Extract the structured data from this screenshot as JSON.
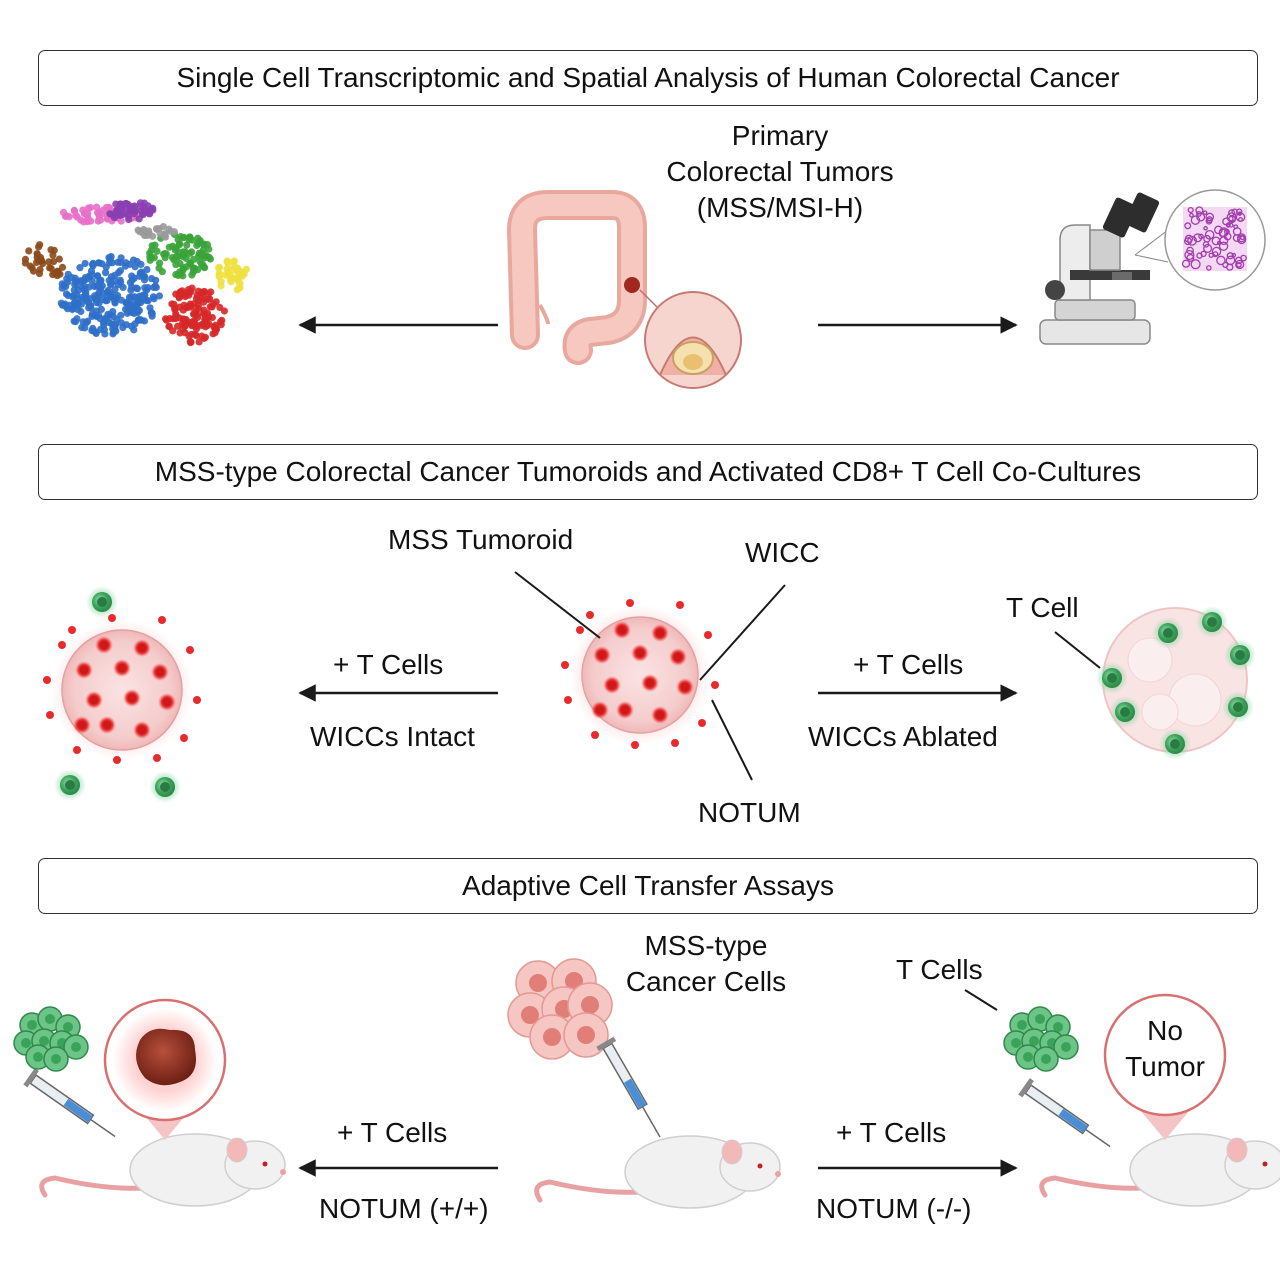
{
  "sections": [
    {
      "title": "Single Cell Transcriptomic and Spatial Analysis of Human Colorectal Cancer",
      "center_label_lines": [
        "Primary",
        "Colorectal Tumors",
        "(MSS/MSI-H)"
      ]
    },
    {
      "title": "MSS-type Colorectal Cancer Tumoroids and Activated CD8+ T Cell Co-Cultures",
      "labels": {
        "mss_tumoroid": "MSS Tumoroid",
        "wicc": "WICC",
        "notum": "NOTUM",
        "t_cell": "T Cell",
        "left_arrow_top": "+ T Cells",
        "left_arrow_bottom": "WICCs Intact",
        "right_arrow_top": "+ T Cells",
        "right_arrow_bottom": "WICCs Ablated"
      }
    },
    {
      "title": "Adaptive Cell Transfer Assays",
      "labels": {
        "cancer_cells_lines": [
          "MSS-type",
          "Cancer Cells"
        ],
        "t_cells": "T Cells",
        "no_tumor_lines": [
          "No",
          "Tumor"
        ],
        "left_arrow_top": "+ T Cells",
        "left_arrow_bottom": "NOTUM (+/+)",
        "right_arrow_top": "+ T Cells",
        "right_arrow_bottom": "NOTUM (-/-)"
      }
    }
  ],
  "icons": [
    "umap-scatter-icon",
    "colon-icon",
    "tumor-zoom-icon",
    "microscope-icon",
    "histology-icon",
    "tumoroid-icon",
    "t-cell-icon",
    "mouse-icon",
    "syringe-icon",
    "tumor-mass-icon"
  ],
  "colors": {
    "arrow": "#1a1a1a",
    "wicc_red": "#e02020",
    "t_cell_green": "#3aa35a",
    "colon_pink": "#f2b8b0",
    "tumor_brown": "#8b2a1e",
    "mouse_white": "#f1f1f1",
    "mouse_pink": "#f0a8a8",
    "histology_purple": "#b04ab8"
  }
}
